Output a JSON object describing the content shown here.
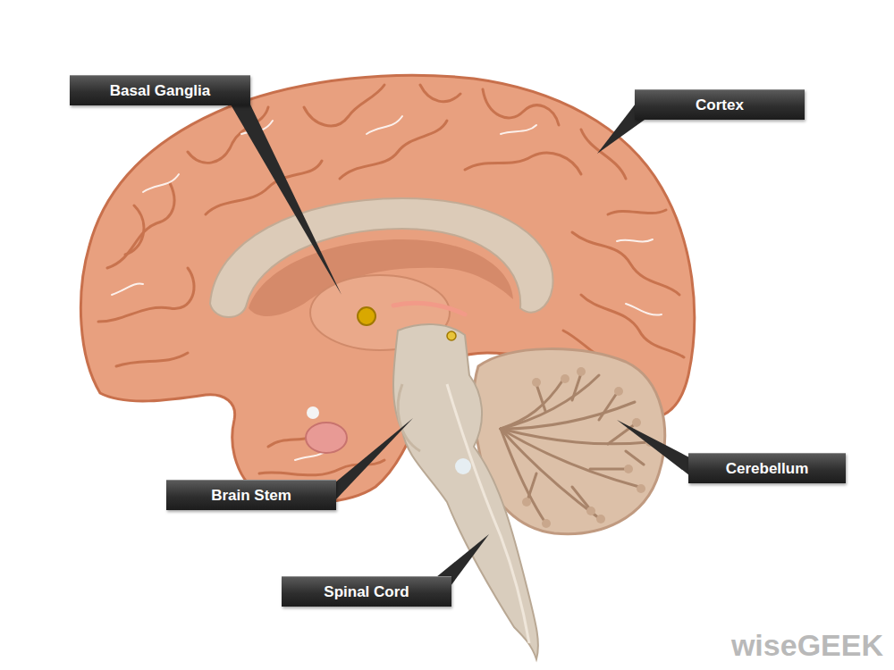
{
  "diagram": {
    "nodes": [
      {
        "text": [
          "Basal Ganglia"
        ]
      },
      {
        "text": [
          "Cortex"
        ]
      },
      {
        "text": [
          "Cerebellum"
        ]
      },
      {
        "text": [
          "Brain Stem"
        ]
      },
      {
        "text": [
          "Spinal Cord"
        ]
      }
    ],
    "labels": [
      "wiseGEEK"
    ]
  }
}
